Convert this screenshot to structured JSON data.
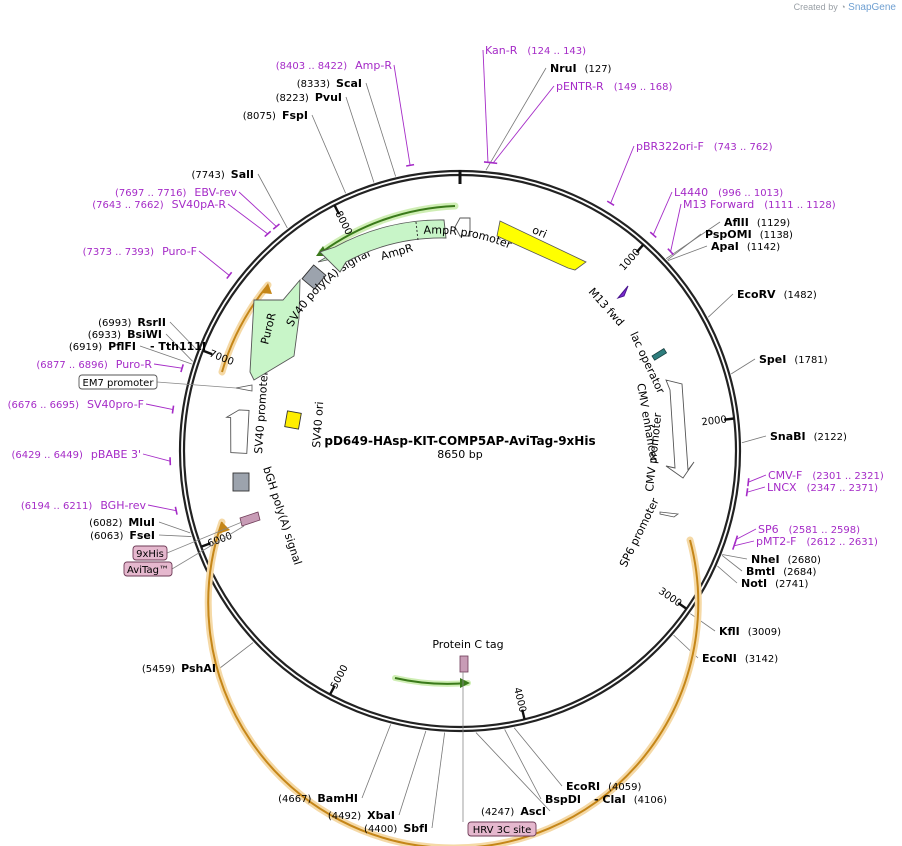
{
  "credit": {
    "prefix": "Created by",
    "brand": "SnapGene"
  },
  "plasmid": {
    "name": "pD649-HAsp-KIT-COMP5AP-AviTag-9xHis",
    "length_label": "8650 bp",
    "length": 8650
  },
  "ticks": [
    {
      "label": "1000",
      "pos": 1000
    },
    {
      "label": "2000",
      "pos": 2000
    },
    {
      "label": "3000",
      "pos": 3000
    },
    {
      "label": "4000",
      "pos": 4000
    },
    {
      "label": "5000",
      "pos": 5000
    },
    {
      "label": "6000",
      "pos": 6000
    },
    {
      "label": "7000",
      "pos": 7000
    },
    {
      "label": "8000",
      "pos": 8000
    }
  ],
  "sites": [
    {
      "name": "NruI",
      "pos": "(127)",
      "p": 127,
      "side": "R"
    },
    {
      "name": "AflII",
      "pos": "(1129)",
      "p": 1129,
      "side": "R"
    },
    {
      "name": "PspOMI",
      "pos": "(1138)",
      "p": 1138,
      "side": "R"
    },
    {
      "name": "ApaI",
      "pos": "(1142)",
      "p": 1142,
      "side": "R"
    },
    {
      "name": "EcoRV",
      "pos": "(1482)",
      "p": 1482,
      "side": "R"
    },
    {
      "name": "SpeI",
      "pos": "(1781)",
      "p": 1781,
      "side": "R"
    },
    {
      "name": "SnaBI",
      "pos": "(2122)",
      "p": 2122,
      "side": "R"
    },
    {
      "name": "NheI",
      "pos": "(2680)",
      "p": 2680,
      "side": "R"
    },
    {
      "name": "BmtI",
      "pos": "(2684)",
      "p": 2684,
      "side": "R"
    },
    {
      "name": "NotI",
      "pos": "(2741)",
      "p": 2741,
      "side": "R"
    },
    {
      "name": "KflI",
      "pos": "(3009)",
      "p": 3009,
      "side": "R"
    },
    {
      "name": "EcoNI",
      "pos": "(3142)",
      "p": 3142,
      "side": "R"
    },
    {
      "name": "EcoRI",
      "pos": "(4059)",
      "p": 4059,
      "side": "R"
    },
    {
      "name": "BspDI",
      "pos": "",
      "p": 4106,
      "side": "R"
    },
    {
      "name": "ClaI",
      "pos": "(4106)",
      "p": 4106,
      "side": "R",
      "prefix": "- "
    },
    {
      "name": "AscI",
      "pos": "(4247)",
      "p": 4247,
      "side": "L"
    },
    {
      "name": "SbfI",
      "pos": "(4400)",
      "p": 4400,
      "side": "L"
    },
    {
      "name": "XbaI",
      "pos": "(4492)",
      "p": 4492,
      "side": "L"
    },
    {
      "name": "BamHI",
      "pos": "(4667)",
      "p": 4667,
      "side": "L"
    },
    {
      "name": "PshAI",
      "pos": "(5459)",
      "p": 5459,
      "side": "L"
    },
    {
      "name": "FseI",
      "pos": "(6063)",
      "p": 6063,
      "side": "L"
    },
    {
      "name": "MluI",
      "pos": "(6082)",
      "p": 6082,
      "side": "L"
    },
    {
      "name": "PflFI",
      "pos": "(6919)",
      "p": 6919,
      "side": "L"
    },
    {
      "name": "Tth111I",
      "pos": "",
      "p": 6919,
      "side": "R",
      "prefix": "- "
    },
    {
      "name": "BsiWI",
      "pos": "(6933)",
      "p": 6933,
      "side": "L"
    },
    {
      "name": "RsrII",
      "pos": "(6993)",
      "p": 6993,
      "side": "L"
    },
    {
      "name": "SalI",
      "pos": "(7743)",
      "p": 7743,
      "side": "L"
    },
    {
      "name": "FspI",
      "pos": "(8075)",
      "p": 8075,
      "side": "L"
    },
    {
      "name": "PvuI",
      "pos": "(8223)",
      "p": 8223,
      "side": "L"
    },
    {
      "name": "ScaI",
      "pos": "(8333)",
      "p": 8333,
      "side": "L"
    }
  ],
  "primers": [
    {
      "name": "Kan-R",
      "pos": "(124 .. 143)",
      "p": 133
    },
    {
      "name": "pENTR-R",
      "pos": "(149 .. 168)",
      "p": 158
    },
    {
      "name": "pBR322ori-F",
      "pos": "(743 .. 762)",
      "p": 752
    },
    {
      "name": "L4440",
      "pos": "(996 .. 1013)",
      "p": 1004
    },
    {
      "name": "M13 Forward",
      "pos": "(1111 .. 1128)",
      "p": 1119
    },
    {
      "name": "CMV-F",
      "pos": "(2301 .. 2321)",
      "p": 2311
    },
    {
      "name": "LNCX",
      "pos": "(2347 .. 2371)",
      "p": 2359
    },
    {
      "name": "SP6",
      "pos": "(2581 .. 2598)",
      "p": 2589
    },
    {
      "name": "pMT2-F",
      "pos": "(2612 .. 2631)",
      "p": 2621
    },
    {
      "name": "BGH-rev",
      "pos": "(6194 .. 6211)",
      "p": 6202
    },
    {
      "name": "SV40pro-F",
      "pos": "(6676 .. 6695)",
      "p": 6685
    },
    {
      "name": "pBABE 3'",
      "pos": "(6429 .. 6449)",
      "p": 6439
    },
    {
      "name": "Puro-R",
      "pos": "(6877 .. 6896)",
      "p": 6886
    },
    {
      "name": "Puro-F",
      "pos": "(7373 .. 7393)",
      "p": 7383
    },
    {
      "name": "SV40pA-R",
      "pos": "(7643 .. 7662)",
      "p": 7652
    },
    {
      "name": "EBV-rev",
      "pos": "(7697 .. 7716)",
      "p": 7706
    },
    {
      "name": "Amp-R",
      "pos": "(8403 .. 8422)",
      "p": 8412
    }
  ],
  "features": [
    {
      "name": "ori",
      "color": "#ffff00"
    },
    {
      "name": "M13 fwd",
      "color": "#7c2bd0"
    },
    {
      "name": "lac operator",
      "color": "#2e7d7d"
    },
    {
      "name": "CMV enhancer",
      "color": "#ffffff"
    },
    {
      "name": "CMV promoter",
      "color": "#ffffff"
    },
    {
      "name": "SP6 promoter",
      "color": "#2aa8a8"
    },
    {
      "name": "Protein C tag",
      "color": "#c89cb6"
    },
    {
      "name": "bGH poly(A) signal",
      "color": "#9ca3ad"
    },
    {
      "name": "SV40 promoter",
      "color": "#ffffff"
    },
    {
      "name": "SV40 ori",
      "color": "#ffee00"
    },
    {
      "name": "PuroR",
      "color": "#c8f5c8"
    },
    {
      "name": "SV40 poly(A) signal",
      "color": "#9ca3ad"
    },
    {
      "name": "AmpR",
      "color": "#c8f5c8"
    },
    {
      "name": "AmpR promoter",
      "color": "#ffffff"
    }
  ],
  "boxes": [
    {
      "name": "EM7 promoter",
      "color": "#ffffff"
    },
    {
      "name": "9xHis",
      "color": "#e5b8ce"
    },
    {
      "name": "AviTag™",
      "color": "#e5b8ce"
    },
    {
      "name": "HRV 3C site",
      "color": "#e5b8ce"
    }
  ]
}
